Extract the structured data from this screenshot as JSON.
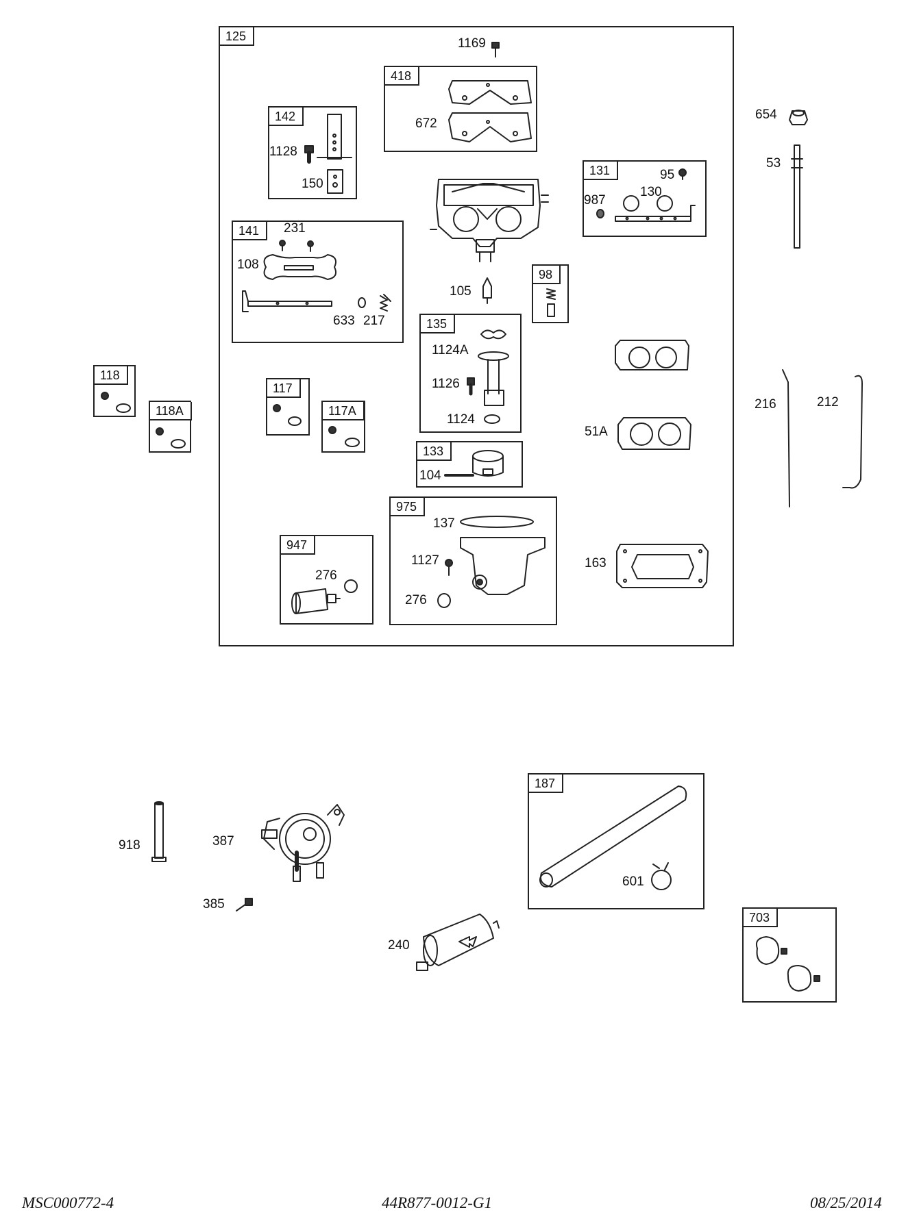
{
  "callouts": {
    "assembly_125": "125",
    "part_1169": "1169",
    "kit_418": "418",
    "part_672": "672",
    "kit_142": "142",
    "part_1128": "1128",
    "part_150": "150",
    "kit_131": "131",
    "part_95": "95",
    "part_987": "987",
    "part_130": "130",
    "kit_141": "141",
    "part_231": "231",
    "part_108": "108",
    "part_633": "633",
    "part_217": "217",
    "part_105": "105",
    "kit_98": "98",
    "kit_135": "135",
    "part_1124A": "1124A",
    "part_1126": "1126",
    "part_1124": "1124",
    "kit_118": "118",
    "kit_118A": "118A",
    "kit_117": "117",
    "kit_117A": "117A",
    "part_51A": "51A",
    "kit_133": "133",
    "part_104": "104",
    "kit_975": "975",
    "part_137": "137",
    "part_1127": "1127",
    "part_276_a": "276",
    "part_276_b": "276",
    "kit_947": "947",
    "part_163": "163",
    "part_654": "654",
    "part_53": "53",
    "part_216": "216",
    "part_212": "212",
    "part_918": "918",
    "part_387": "387",
    "part_385": "385",
    "part_240": "240",
    "kit_187": "187",
    "part_601": "601",
    "kit_703": "703"
  },
  "footer": {
    "left": "MSC000772-4",
    "center": "44R877-0012-G1",
    "right": "08/25/2014"
  }
}
